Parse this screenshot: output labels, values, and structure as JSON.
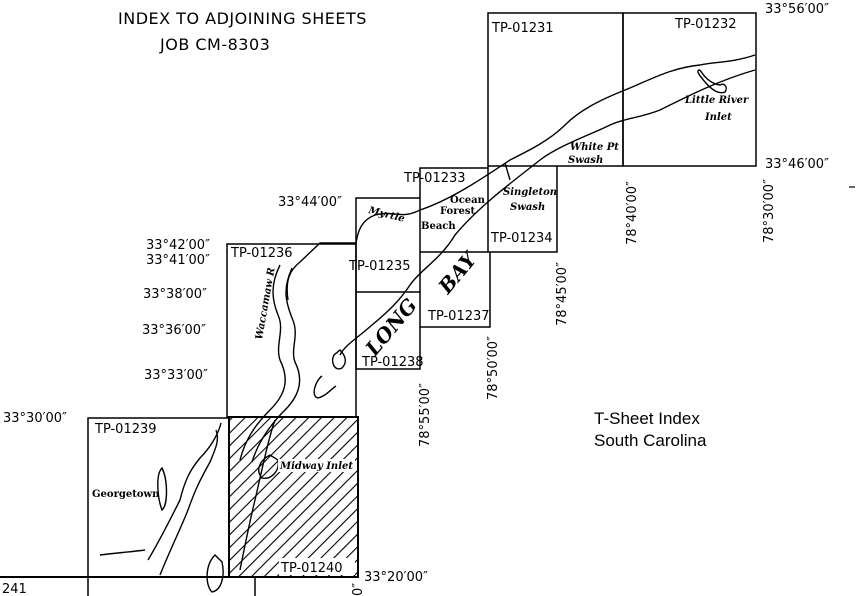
{
  "header": {
    "title_line1": "INDEX TO ADJOINING SHEETS",
    "title_line2": "JOB CM-8303"
  },
  "legend": {
    "line1": "T-Sheet Index",
    "line2": "South Carolina"
  },
  "sheets": [
    {
      "id": "TP-01231"
    },
    {
      "id": "TP-01232"
    },
    {
      "id": "TP-01233"
    },
    {
      "id": "TP-01234"
    },
    {
      "id": "TP-01235"
    },
    {
      "id": "TP-01236"
    },
    {
      "id": "TP-01237"
    },
    {
      "id": "TP-01238"
    },
    {
      "id": "TP-01239"
    },
    {
      "id": "TP-01240",
      "highlighted": true
    },
    {
      "id": "241"
    }
  ],
  "latitudes": {
    "lat_56": "33°56′00″",
    "lat_46": "33°46′00″",
    "lat_44": "33°44′00″",
    "lat_42": "33°42′00″",
    "lat_41": "33°41′00″",
    "lat_38": "33°38′00″",
    "lat_36": "33°36′00″",
    "lat_33": "33°33′00″",
    "lat_30": "33°30′00″",
    "lat_20": "33°20′00″"
  },
  "longitudes": {
    "lon_30": "78°30′00″",
    "lon_40": "78°40′00″",
    "lon_45": "78°45′00″",
    "lon_50": "78°50′00″",
    "lon_55": "78°55′00″",
    "lon_bottom": "0″"
  },
  "places": {
    "little_river_1": "Little River",
    "little_river_2": "Inlet",
    "white_pt_1": "White Pt",
    "white_pt_2": "Swash",
    "singleton_1": "Singleton",
    "singleton_2": "Swash",
    "ocean_forest_1": "Ocean",
    "ocean_forest_2": "Forest",
    "myrtle": "Myrtle",
    "beach": "Beach",
    "waccamaw": "Waccamaw R",
    "long": "LONG",
    "bay": "BAY",
    "midway": "Midway Inlet",
    "georgetown": "Georgetown"
  },
  "colors": {
    "ink": "#000000",
    "paper": "#ffffff"
  }
}
